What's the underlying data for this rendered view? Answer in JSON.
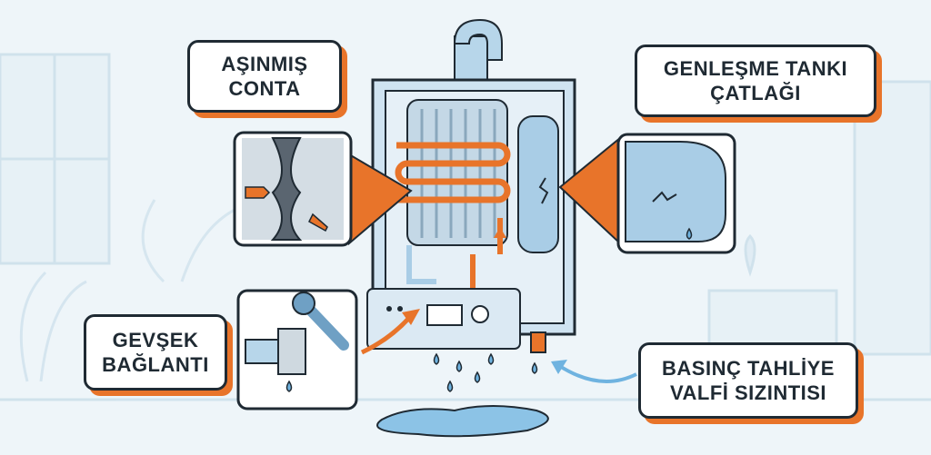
{
  "callouts": {
    "gasket": {
      "line1": "AŞINMIŞ",
      "line2": "CONTA"
    },
    "tank": {
      "line1": "GENLEŞME TANKI",
      "line2": "ÇATLAĞI"
    },
    "loose": {
      "line1": "GEVŞEK",
      "line2": "BAĞLANTI"
    },
    "valve": {
      "line1": "BASINÇ TAHLİYE",
      "line2": "VALFİ SIZINTISI"
    }
  },
  "colors": {
    "accent_orange": "#e8742a",
    "outline": "#1f2a33",
    "boiler_blue": "#a9cde6",
    "water_blue": "#6fb3e0",
    "background": "#eef5f9"
  },
  "icons": [
    "wrench-icon",
    "water-drop-icon",
    "arrow-icon",
    "crack-icon"
  ]
}
